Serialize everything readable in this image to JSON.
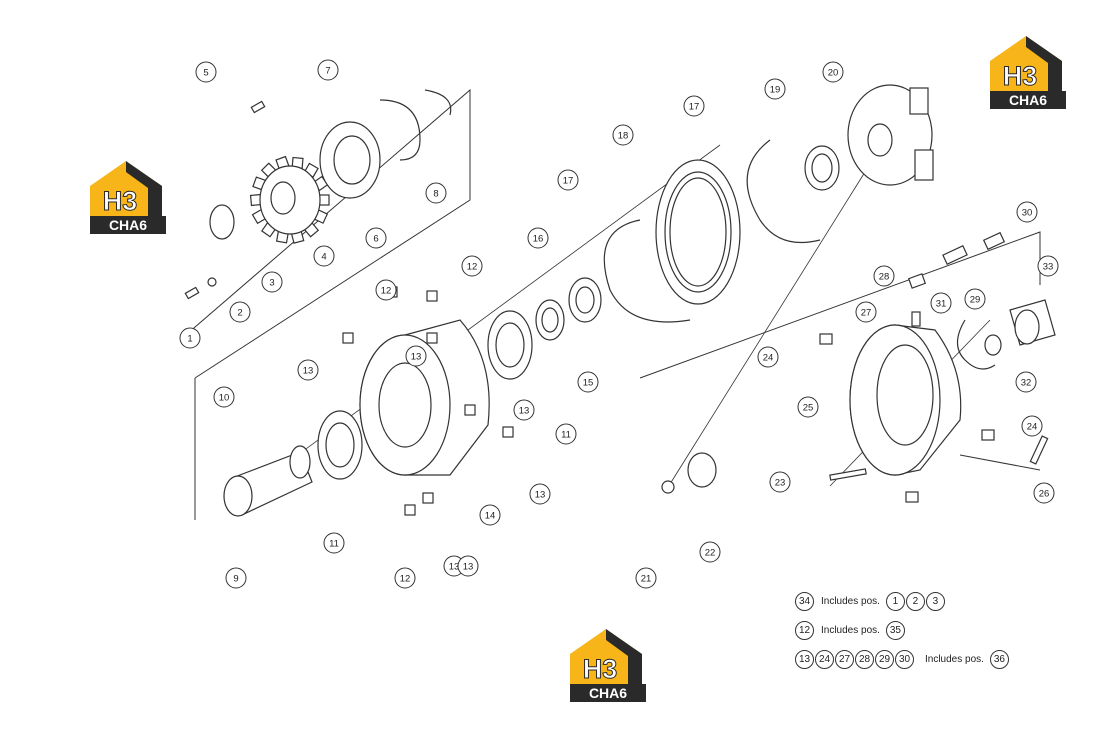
{
  "logo": {
    "text_top": "H3",
    "text_bottom": "CHA6",
    "colors": {
      "yellow": "#f7b519",
      "dark": "#2a2a2a",
      "white": "#ffffff"
    }
  },
  "diagram": {
    "line_color": "#333333",
    "callouts": [
      "1",
      "2",
      "3",
      "4",
      "5",
      "6",
      "7",
      "8",
      "9",
      "10",
      "11",
      "11",
      "12",
      "12",
      "12",
      "13",
      "13",
      "13",
      "13",
      "13",
      "13",
      "14",
      "15",
      "16",
      "17",
      "17",
      "18",
      "19",
      "20",
      "21",
      "22",
      "23",
      "24",
      "24",
      "25",
      "26",
      "27",
      "28",
      "29",
      "30",
      "31",
      "32",
      "33"
    ]
  },
  "notes": [
    {
      "items": [
        "34"
      ],
      "text": "Includes pos.",
      "refs": [
        "1",
        "2",
        "3"
      ]
    },
    {
      "items": [
        "12"
      ],
      "text": "Includes pos.",
      "refs": [
        "35"
      ]
    },
    {
      "items": [
        "13",
        "24",
        "27",
        "28",
        "29",
        "30"
      ],
      "text": "Includes pos.",
      "refs": [
        "36"
      ]
    }
  ]
}
